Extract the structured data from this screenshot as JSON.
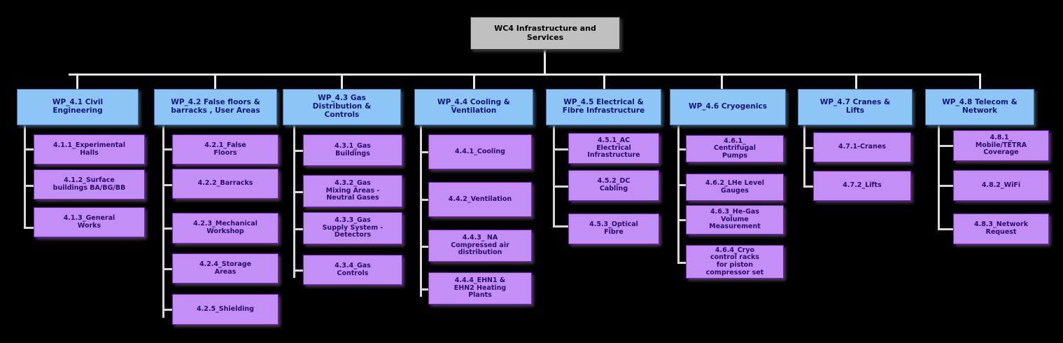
{
  "diagram": {
    "type": "work-breakdown-structure",
    "title": "WC4 Infrastructure and Services",
    "background_color": "#000000",
    "root_color": "#c0c0c0",
    "level1_color": "#8ec5f8",
    "level2_color": "#c38ef5",
    "connector_color": "#e8e8e8"
  },
  "root": {
    "label": "WC4 Infrastructure and\nServices"
  },
  "columns": [
    {
      "id": "wp41",
      "header": "WP_4.1 Civil\nEngineering",
      "children": [
        {
          "label": "4.1.1_Experimental\nHalls"
        },
        {
          "label": "4.1.2_Surface\nbuildings BA/BG/BB"
        },
        {
          "label": "4.1.3_General\nWorks"
        }
      ]
    },
    {
      "id": "wp42",
      "header": "WP_4.2 False floors &\nbarracks , User Areas",
      "children": [
        {
          "label": "4.2.1_False\nFloors"
        },
        {
          "label": "4.2.2_Barracks"
        },
        {
          "label": "4.2.3_Mechanical\nWorkshop"
        },
        {
          "label": "4.2.4_Storage\nAreas"
        },
        {
          "label": "4.2.5_Shielding"
        }
      ]
    },
    {
      "id": "wp43",
      "header": "WP_4.3 Gas\nDistribution &\nControls",
      "children": [
        {
          "label": "4.3.1_Gas\nBuildings"
        },
        {
          "label": "4.3.2_Gas\nMixing Areas -\nNeutral Gases"
        },
        {
          "label": "4.3.3_Gas\nSupply System -\nDetectors"
        },
        {
          "label": "4.3.4_Gas\nControls"
        }
      ]
    },
    {
      "id": "wp44",
      "header": "WP_4.4 Cooling &\nVentilation",
      "children": [
        {
          "label": "4.4.1_Cooling"
        },
        {
          "label": "4.4.2_Ventilation"
        },
        {
          "label": "4.4.3_ NA\nCompressed air\ndistribution"
        },
        {
          "label": "4.4.4_EHN1 &\nEHN2 Heating\nPlants"
        }
      ]
    },
    {
      "id": "wp45",
      "header": "WP_4.5 Electrical &\nFibre Infrastructure",
      "children": [
        {
          "label": "4.5.1_AC\nElectrical\nInfrastructure"
        },
        {
          "label": "4.5.2_DC\nCabling"
        },
        {
          "label": "4.5.3_Optical\nFibre"
        }
      ]
    },
    {
      "id": "wp46",
      "header": "WP_4.6 Cryogenics",
      "children": [
        {
          "label": "4.6.1_\nCentrifugal\nPumps"
        },
        {
          "label": "4.6.2_LHe Level\nGauges"
        },
        {
          "label": "4.6.3_He-Gas\nVolume\nMeasurement"
        },
        {
          "label": "4.6.4_Cryo\ncontrol racks\nfor piston\ncompressor set"
        }
      ]
    },
    {
      "id": "wp47",
      "header": "WP_4.7 Cranes &\nLifts",
      "children": [
        {
          "label": "4.7.1-Cranes"
        },
        {
          "label": "4.7.2_Lifts"
        }
      ]
    },
    {
      "id": "wp48",
      "header": "WP_4.8 Telecom &\nNetwork",
      "children": [
        {
          "label": "4.8.1_\nMobile/TETRA\nCoverage"
        },
        {
          "label": "4.8.2_WiFi"
        },
        {
          "label": "4.8.3_Network\nRequest"
        }
      ]
    }
  ]
}
